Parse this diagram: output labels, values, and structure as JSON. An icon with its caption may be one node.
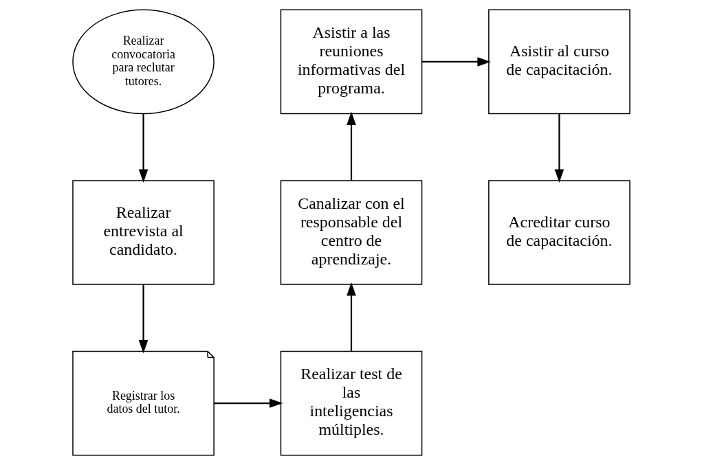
{
  "diagram": {
    "nodes": [
      {
        "text": [
          "Realizar convocatoria para reclutar tutores."
        ]
      },
      {
        "text": [
          "Realizar entrevista al candidato."
        ]
      },
      {
        "text": [
          "Registrar los datos del tutor."
        ]
      },
      {
        "text": [
          "Realizar test de las inteligencias múltiples."
        ]
      },
      {
        "text": [
          "Canalizar con el responsable del centro de aprendizaje."
        ]
      },
      {
        "text": [
          "Asistir a las reuniones informativas del programa."
        ]
      },
      {
        "text": [
          "Asistir al curso de capacitación."
        ]
      },
      {
        "text": [
          "Acreditar curso de capacitación."
        ]
      }
    ],
    "edges": [
      {
        "from": 0,
        "to": 1,
        "arrow": "to"
      },
      {
        "from": 1,
        "to": 2,
        "arrow": "to"
      },
      {
        "from": 2,
        "to": 3,
        "arrow": "to"
      },
      {
        "from": 3,
        "to": 4,
        "arrow": "to"
      },
      {
        "from": 4,
        "to": 5,
        "arrow": "to"
      },
      {
        "from": 5,
        "to": 6,
        "arrow": "to"
      },
      {
        "from": 6,
        "to": 7,
        "arrow": "to"
      }
    ]
  }
}
